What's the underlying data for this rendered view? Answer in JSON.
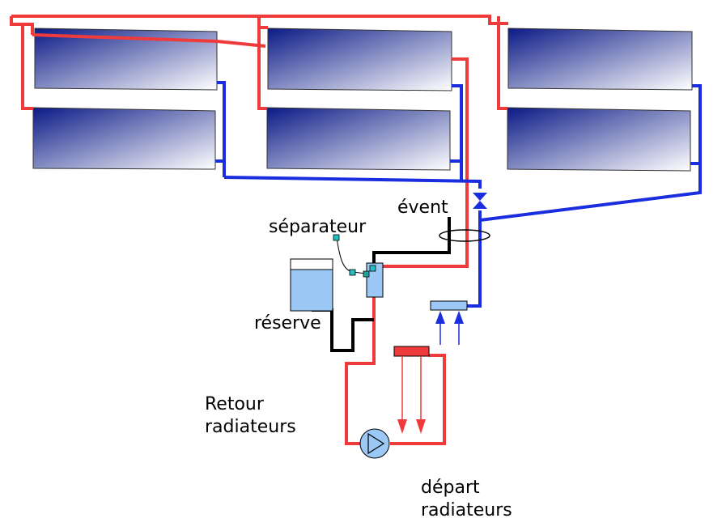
{
  "labels": {
    "event": "évent",
    "separator": "séparateur",
    "reserve": "réserve",
    "return_line1": "Retour",
    "return_line2": "radiateurs",
    "depart_line1": "départ",
    "depart_line2": "radiateurs"
  },
  "colors": {
    "hot_pipe": "#ef3b3b",
    "cold_pipe": "#1a2ee0",
    "black_pipe": "#000000",
    "panel_dark": "#0b1a86",
    "panel_light": "#ffffff",
    "water": "#9cc8f5",
    "pump": "#9cc8f5",
    "hot_collector": "#ef3b3b",
    "cold_collector": "#9cc8f5"
  },
  "icons": {
    "valve": "butterfly-valve-icon",
    "pump": "circulation-pump-icon",
    "coil": "air-vent-coil-icon"
  }
}
